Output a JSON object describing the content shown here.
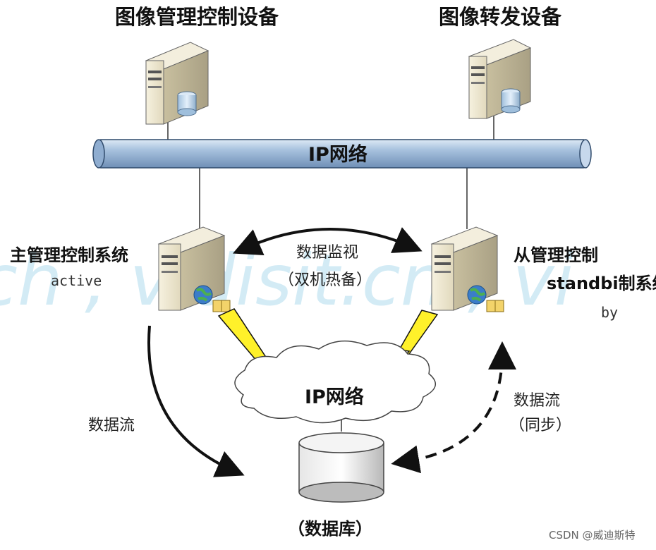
{
  "devices": {
    "image_mgmt_device": "图像管理控制设备",
    "image_forward_device": "图像转发设备",
    "primary_system": "主管理控制系统",
    "primary_status": "active",
    "secondary_system_part1": "从管理控制",
    "secondary_system_part2": "standbi制系统",
    "secondary_status_fragment": "by"
  },
  "network": {
    "top_bus": "IP网络",
    "cloud": "IP网络"
  },
  "links": {
    "monitor": "数据监视",
    "hot_standby": "（双机热备）",
    "flow_left": "数据流",
    "flow_right": "数据流",
    "sync": "（同步）"
  },
  "database": {
    "label": "（数据库）"
  },
  "watermark": "ch , vidisit.cn , vi",
  "credit": "CSDN @威迪斯特"
}
